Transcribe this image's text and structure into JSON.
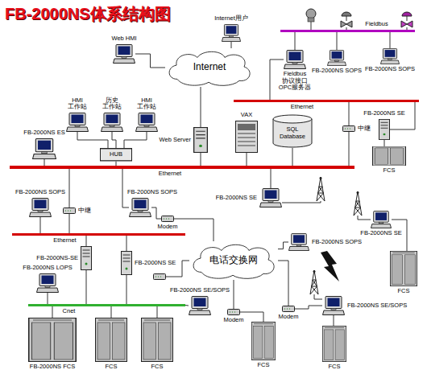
{
  "diagram": {
    "title": "FB-2000NS体系结构图",
    "nodes": [
      {
        "text": [
          "Internet"
        ]
      },
      {
        "text": [
          "Internet用户"
        ]
      },
      {
        "text": [
          "Web HMI"
        ]
      },
      {
        "text": [
          "Fieldbus"
        ]
      },
      {
        "text": [
          "Fieldbus 协议接口 OPC服务器"
        ]
      },
      {
        "text": [
          "FB-2000NS SOPS"
        ]
      },
      {
        "text": [
          "FB-2000NS SOPS"
        ]
      },
      {
        "text": [
          "Ethernet"
        ]
      },
      {
        "text": [
          "FB-2000NS ES"
        ]
      },
      {
        "text": [
          "HMI 工作站"
        ]
      },
      {
        "text": [
          "历史 工作站"
        ]
      },
      {
        "text": [
          "HMI 工作站"
        ]
      },
      {
        "text": [
          "HUB"
        ]
      },
      {
        "text": [
          "Web Server"
        ]
      },
      {
        "text": [
          "VAX"
        ]
      },
      {
        "text": [
          "SQL Database"
        ]
      },
      {
        "text": [
          "中继"
        ]
      },
      {
        "text": [
          "FB-2000NS SE"
        ]
      },
      {
        "text": [
          "FCS"
        ]
      },
      {
        "text": [
          "Ethernet"
        ]
      },
      {
        "text": [
          "FB-2000NS SOPS"
        ]
      },
      {
        "text": [
          "中继"
        ]
      },
      {
        "text": [
          "FB-2000NS SOPS"
        ]
      },
      {
        "text": [
          "Modem"
        ]
      },
      {
        "text": [
          "FB-2000NS SE"
        ]
      },
      {
        "text": [
          "Ethernet"
        ]
      },
      {
        "text": [
          "FB-2000NS-SE"
        ]
      },
      {
        "text": [
          "FB-2000NS SE"
        ]
      },
      {
        "text": [
          "FB-2000NS LOPS"
        ]
      },
      {
        "text": [
          "电话交换网"
        ]
      },
      {
        "text": [
          "FB-2000NS SOPS"
        ]
      },
      {
        "text": [
          "FB-2000NS SE"
        ]
      },
      {
        "text": [
          "FCS"
        ]
      },
      {
        "text": [
          "Cnet"
        ]
      },
      {
        "text": [
          "FB-2000NS SE/SOPS"
        ]
      },
      {
        "text": [
          "Modem"
        ]
      },
      {
        "text": [
          "FCS"
        ]
      },
      {
        "text": [
          "Modem"
        ]
      },
      {
        "text": [
          "FB-2000NS SE/SOPS"
        ]
      },
      {
        "text": [
          "FCS"
        ]
      },
      {
        "text": [
          "FB-2000NS FCS"
        ]
      },
      {
        "text": [
          "FCS"
        ]
      },
      {
        "text": [
          "FCS"
        ]
      }
    ],
    "edges": [
      {
        "from": 1,
        "to": 0,
        "arrow": "none"
      },
      {
        "from": 2,
        "to": 0,
        "arrow": "none"
      },
      {
        "from": 0,
        "to": 13,
        "arrow": "none"
      },
      {
        "from": 13,
        "to": 19,
        "arrow": "none"
      },
      {
        "from": 4,
        "to": 3,
        "arrow": "none"
      },
      {
        "from": 5,
        "to": 3,
        "arrow": "none"
      },
      {
        "from": 6,
        "to": 3,
        "arrow": "none"
      },
      {
        "from": 4,
        "to": 7,
        "arrow": "none"
      },
      {
        "from": 16,
        "to": 7,
        "arrow": "none"
      },
      {
        "from": 16,
        "to": 19,
        "arrow": "none"
      },
      {
        "from": 17,
        "to": 7,
        "arrow": "none"
      },
      {
        "from": 17,
        "to": 18,
        "arrow": "none"
      },
      {
        "from": 9,
        "to": 12,
        "arrow": "none"
      },
      {
        "from": 10,
        "to": 12,
        "arrow": "none"
      },
      {
        "from": 11,
        "to": 12,
        "arrow": "none"
      },
      {
        "from": 12,
        "to": 19,
        "arrow": "none"
      },
      {
        "from": 8,
        "to": 19,
        "arrow": "none"
      },
      {
        "from": 14,
        "to": 19,
        "arrow": "none"
      },
      {
        "from": 15,
        "to": 19,
        "arrow": "none"
      },
      {
        "from": 21,
        "to": 19,
        "arrow": "none"
      },
      {
        "from": 21,
        "to": 25,
        "arrow": "none"
      },
      {
        "from": 20,
        "to": 25,
        "arrow": "none"
      },
      {
        "from": 22,
        "to": 19,
        "arrow": "none"
      },
      {
        "from": 22,
        "to": 23,
        "arrow": "none"
      },
      {
        "from": 23,
        "to": 29,
        "arrow": "none"
      },
      {
        "from": 24,
        "to": 19,
        "arrow": "none"
      },
      {
        "from": 26,
        "to": 25,
        "arrow": "none"
      },
      {
        "from": 27,
        "to": 25,
        "arrow": "none"
      },
      {
        "from": 26,
        "to": 33,
        "arrow": "none"
      },
      {
        "from": 27,
        "to": 33,
        "arrow": "none"
      },
      {
        "from": 28,
        "to": 33,
        "arrow": "none"
      },
      {
        "from": 40,
        "to": 33,
        "arrow": "none"
      },
      {
        "from": 41,
        "to": 33,
        "arrow": "none"
      },
      {
        "from": 42,
        "to": 33,
        "arrow": "none"
      },
      {
        "from": 33,
        "to": 34,
        "arrow": "none"
      },
      {
        "from": 29,
        "to": 35,
        "arrow": "none"
      },
      {
        "from": 35,
        "to": 36,
        "arrow": "none"
      },
      {
        "from": 29,
        "to": 37,
        "arrow": "none"
      },
      {
        "from": 37,
        "to": 38,
        "arrow": "none"
      },
      {
        "from": 38,
        "to": 39,
        "arrow": "none"
      },
      {
        "from": 31,
        "to": 32,
        "arrow": "none"
      },
      {
        "from": 29,
        "to": 30,
        "arrow": "none"
      }
    ]
  }
}
